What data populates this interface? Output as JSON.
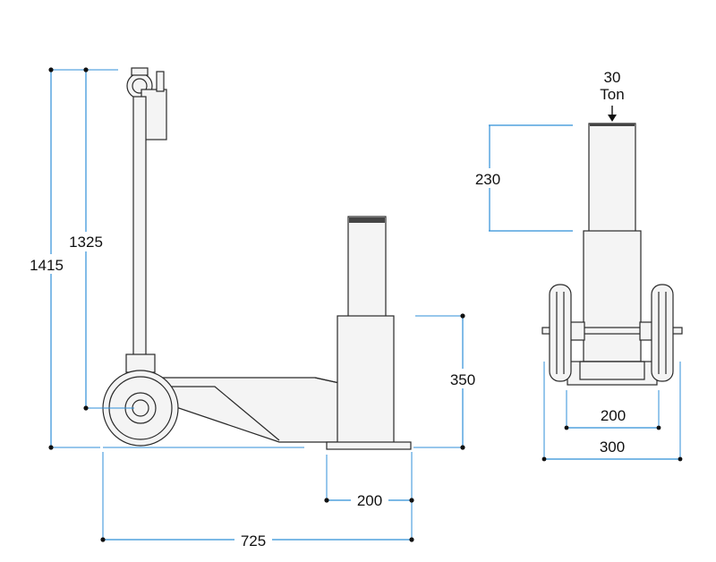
{
  "colors": {
    "dimension_line": "#2f8fd8",
    "outline": "#2a2a2a",
    "part_fill": "#f4f4f4"
  },
  "side_view": {
    "overall_height": "1415",
    "handle_height": "1325",
    "lift_height": "350",
    "saddle_width": "200",
    "overall_length": "725"
  },
  "front_view": {
    "capacity_value": "30",
    "capacity_unit": "Ton",
    "stroke": "230",
    "track_inner": "200",
    "track_outer": "300"
  }
}
